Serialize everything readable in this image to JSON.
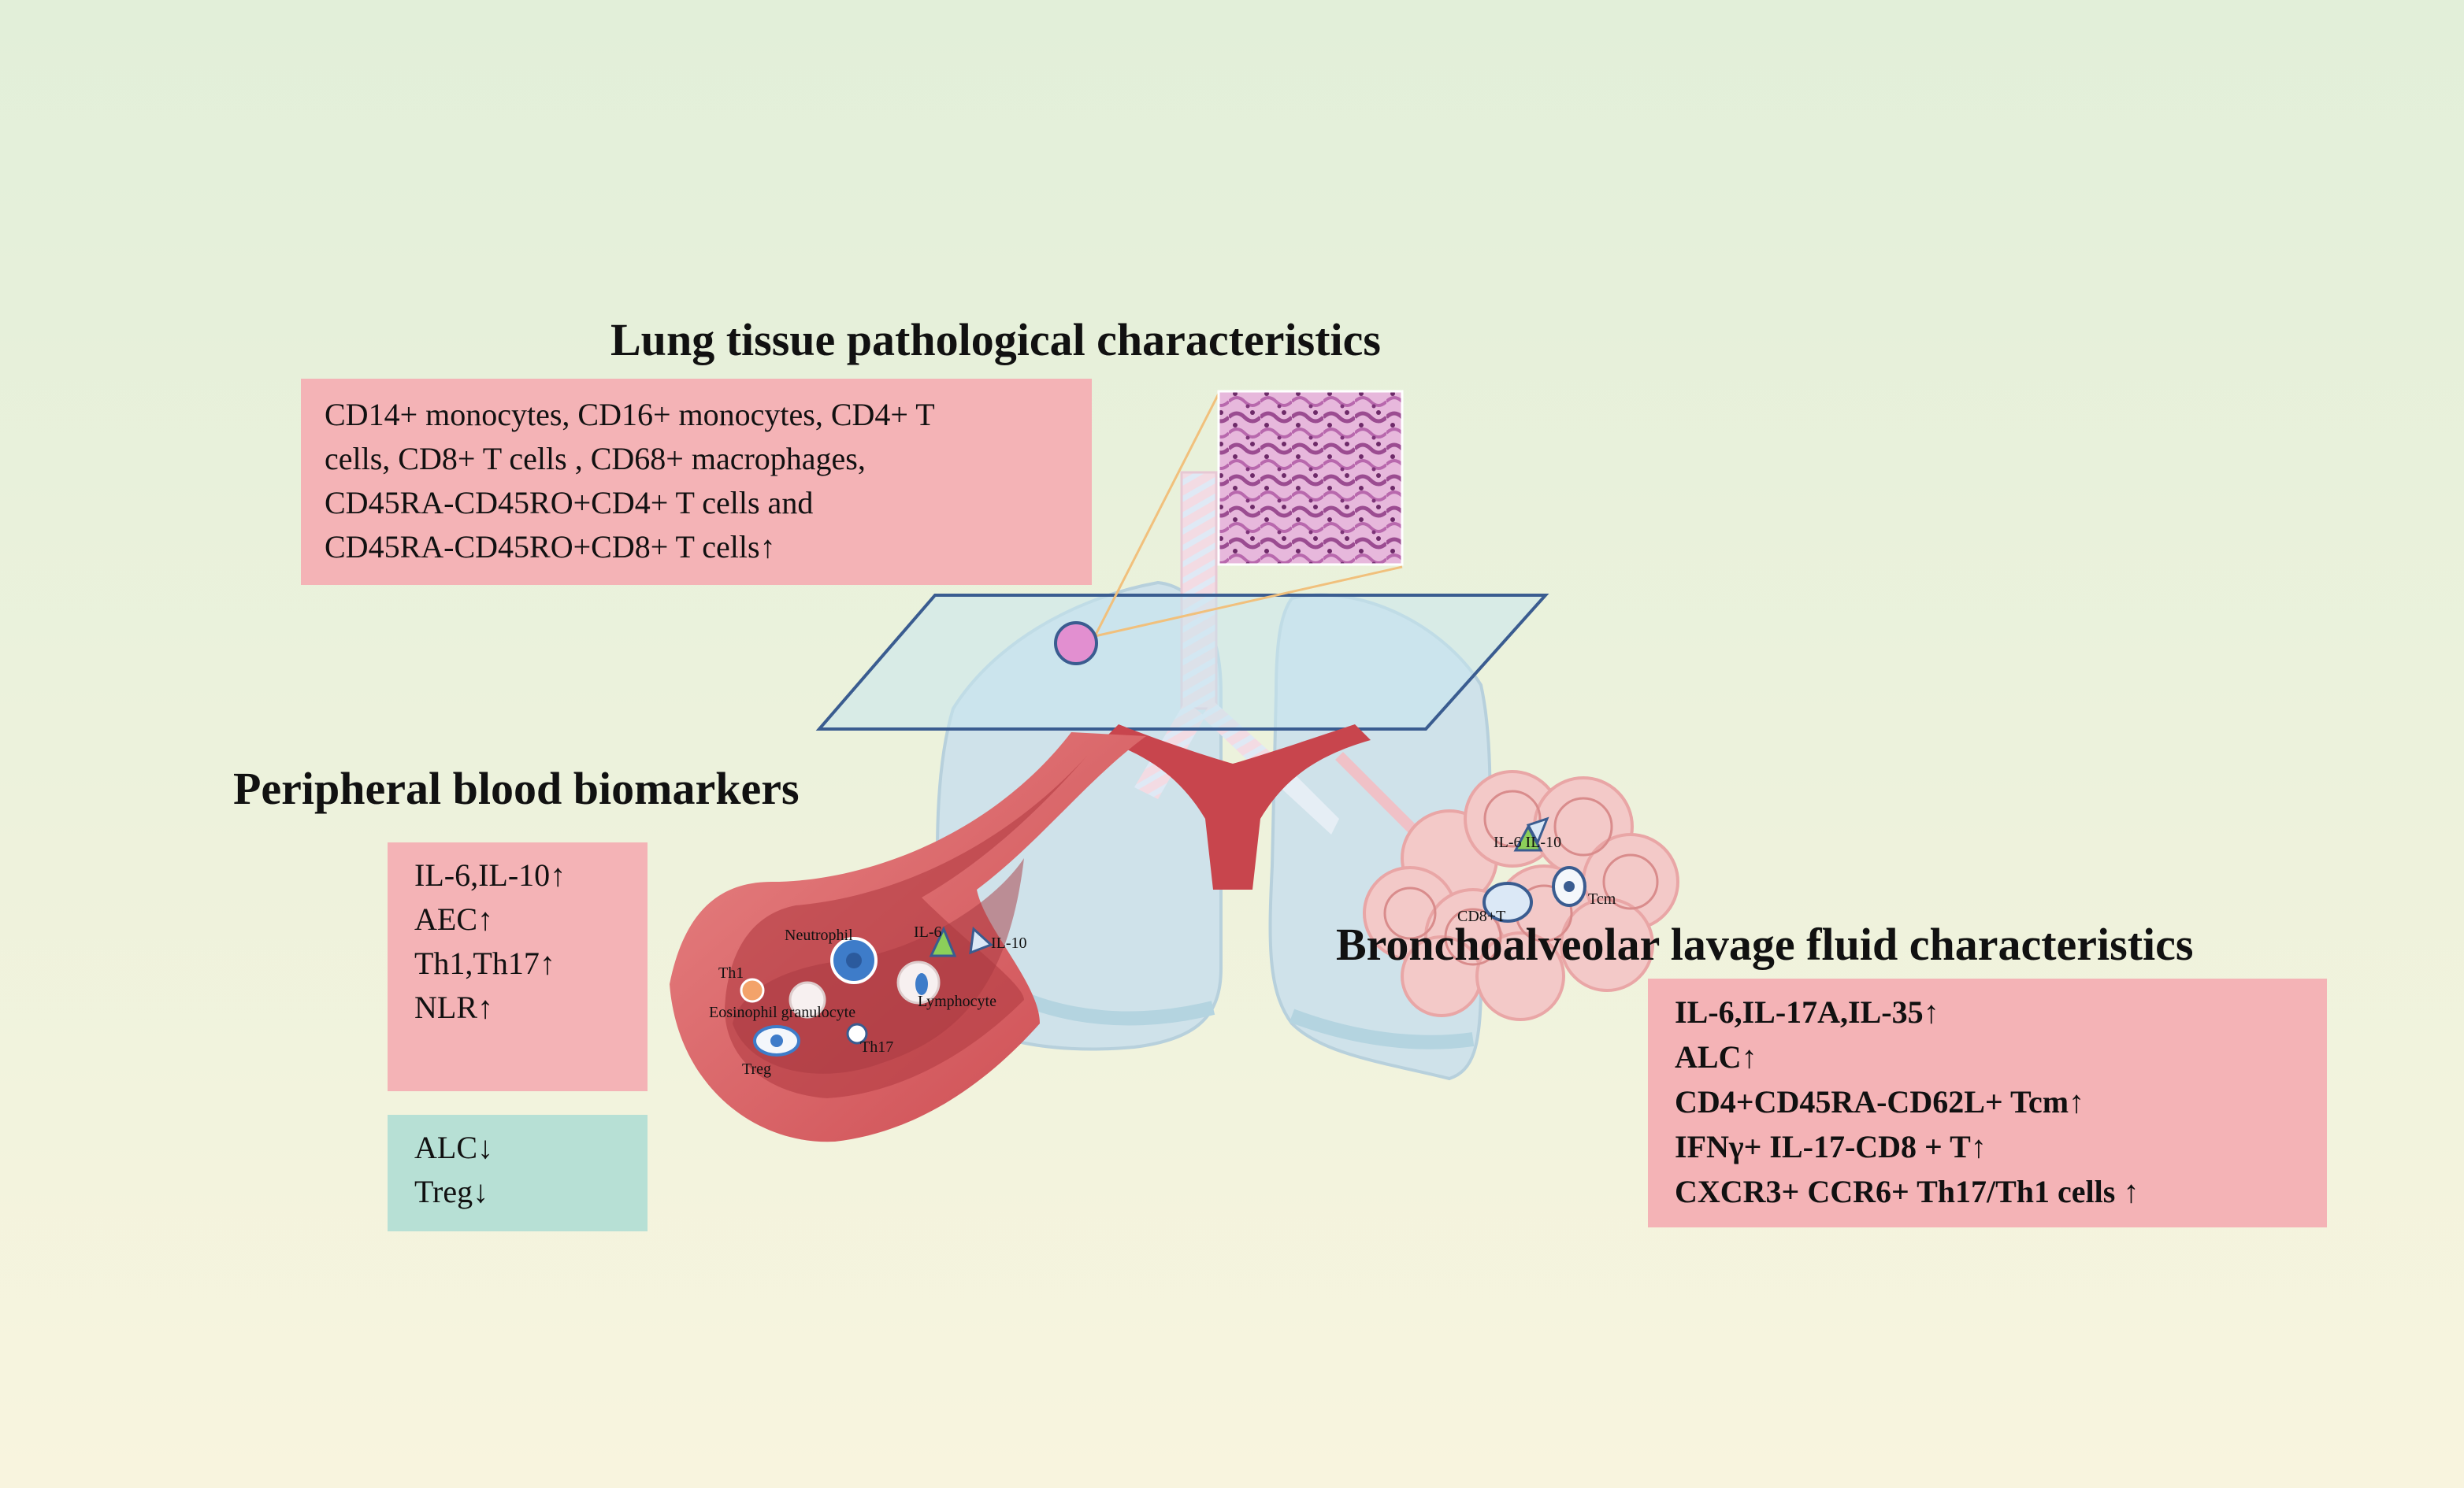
{
  "lung_tissue": {
    "title": "Lung tissue pathological characteristics",
    "lines": [
      "CD14+  monocytes, CD16+  monocytes, CD4+  T",
      "cells,  CD8+  T cells , CD68+  macrophages,",
      "CD45RA-CD45RO+CD4+   T cells and",
      "CD45RA-CD45RO+CD8+   T cells↑"
    ]
  },
  "peripheral_blood": {
    "title": "Peripheral blood biomarkers",
    "increased": [
      "IL-6,IL-10↑",
      "AEC↑",
      "Th1,Th17↑",
      "NLR↑"
    ],
    "decreased": [
      "ALC↓",
      "Treg↓"
    ],
    "vessel_labels": {
      "neutrophil": "Neutrophil",
      "il6": "IL-6",
      "il10": "IL-10",
      "th1": "Th1",
      "eosinophil": "Eosinophil granulocyte",
      "lymphocyte": "Lymphocyte",
      "treg": "Treg",
      "th17": "Th17"
    }
  },
  "balf": {
    "title": "Bronchoalveolar lavage fluid characteristics",
    "lines": [
      "IL-6,IL-17A,IL-35↑",
      "ALC↑",
      "CD4+CD45RA-CD62L+   Tcm↑",
      " IFNγ+  IL-17-CD8   + T↑",
      "CXCR3+  CCR6+  Th17/Th1  cells ↑"
    ],
    "alveoli_labels": {
      "il6_il10": "IL-6 IL-10",
      "tcm": "Tcm",
      "cd8": "CD8+T"
    }
  },
  "colors": {
    "pink_box": "#f4b3b6",
    "teal_box": "#b7e0d5",
    "vessel": "#d6555a",
    "plane": "#c9e6ef",
    "section_marker": "#e28fd0"
  },
  "icons": [
    "lung-icon",
    "trachea-icon",
    "blood-vessel-icon",
    "alveoli-icon",
    "histology-image",
    "section-plane"
  ]
}
